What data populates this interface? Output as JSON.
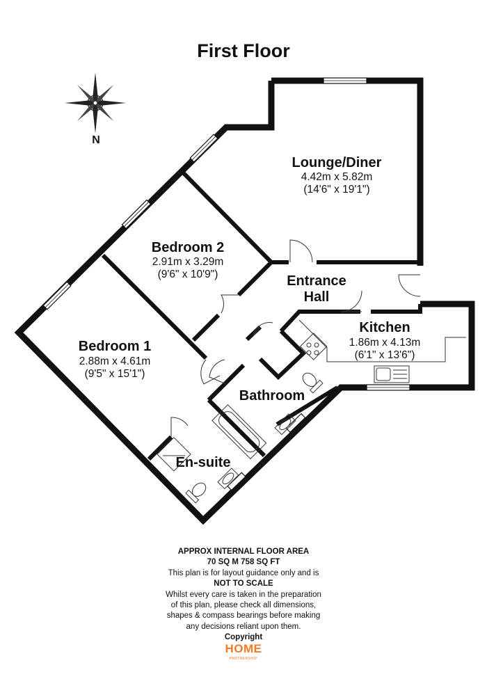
{
  "title": "First Floor",
  "compass": {
    "label": "N",
    "icon": "compass-rose-icon"
  },
  "rooms": [
    {
      "id": "lounge",
      "name": "Lounge/Diner",
      "metric": "4.42m x 5.82m",
      "imperial": "(14'6\" x 19'1\")"
    },
    {
      "id": "bedroom2",
      "name": "Bedroom 2",
      "metric": "2.91m x 3.29m",
      "imperial": "(9'6\" x 10'9\")"
    },
    {
      "id": "hall",
      "name": "Entrance Hall",
      "name_line1": "Entrance",
      "name_line2": "Hall"
    },
    {
      "id": "kitchen",
      "name": "Kitchen",
      "metric": "1.86m x 4.13m",
      "imperial": "(6'1\" x 13'6\")"
    },
    {
      "id": "bedroom1",
      "name": "Bedroom 1",
      "metric": "2.88m x 4.61m",
      "imperial": "(9'5\" x 15'1\")"
    },
    {
      "id": "bathroom",
      "name": "Bathroom"
    },
    {
      "id": "ensuite",
      "name": "En-suite"
    }
  ],
  "notes": {
    "area_heading": "APPROX INTERNAL FLOOR AREA",
    "area_value": "70 SQ M 758 SQ FT",
    "guidance": "This plan is for layout guidance only and is",
    "not_to_scale": "NOT TO SCALE",
    "disclaimer_1": "Whilst every care is taken in the preparation",
    "disclaimer_2": "of this plan, please check all dimensions,",
    "disclaimer_3": "shapes & compass bearings before making",
    "disclaimer_4": "any decisions reliant upon them.",
    "copyright": "Copyright"
  },
  "logo": {
    "text": "HOME",
    "sub": "PARTNERSHIP",
    "color": "#f47a20"
  },
  "colors": {
    "wall": "#111111",
    "window": "#888888"
  }
}
